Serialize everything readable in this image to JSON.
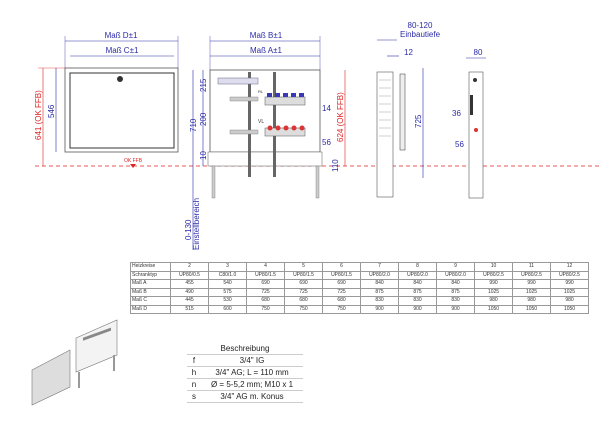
{
  "front_view": {
    "dim_d": "Maß D±1",
    "dim_c": "Maß C±1",
    "dim_641": "641 (OK FFB)",
    "dim_546": "546",
    "ok_ffb": "OK FFB"
  },
  "back_view": {
    "dim_b": "Maß B±1",
    "dim_a": "Maß A±1",
    "dim_215": "215",
    "dim_200": "200",
    "dim_710": "710",
    "dim_10": "10",
    "dim_range": "0-130",
    "dim_range_label": "Einstellbereich",
    "dim_14": "14",
    "dim_56": "56",
    "dim_624": "624 (OK FFB)",
    "dim_110": "110",
    "label_vl": "VL",
    "label_rl": "RL"
  },
  "side_view": {
    "depth": "80-120",
    "depth_label": "Einbautiefe",
    "dim_12": "12",
    "dim_725": "725",
    "dim_624": "624 (OK FFB)"
  },
  "narrow_view": {
    "dim_80": "80",
    "dim_36": "36",
    "dim_56": "56"
  },
  "spec_table": {
    "rows": [
      [
        "Heizkreise",
        "2",
        "3",
        "4",
        "5",
        "6",
        "7",
        "8",
        "9",
        "10",
        "11",
        "12"
      ],
      [
        "Schranktyp",
        "UP80/0.5",
        "C80/1.0",
        "UP80/1.5",
        "UP80/1.5",
        "UP80/1.5",
        "UP80/2.0",
        "UP80/2.0",
        "UP80/2.0",
        "UP80/2.5",
        "UP80/2.5",
        "UP80/2.5"
      ],
      [
        "Maß A",
        "455",
        "540",
        "690",
        "690",
        "690",
        "840",
        "840",
        "840",
        "990",
        "990",
        "990"
      ],
      [
        "Maß B",
        "490",
        "575",
        "725",
        "725",
        "725",
        "875",
        "875",
        "875",
        "1025",
        "1025",
        "1025"
      ],
      [
        "Maß C",
        "445",
        "530",
        "680",
        "680",
        "680",
        "830",
        "830",
        "830",
        "980",
        "980",
        "980"
      ],
      [
        "Maß D",
        "515",
        "600",
        "750",
        "750",
        "750",
        "900",
        "900",
        "900",
        "1050",
        "1050",
        "1050"
      ]
    ]
  },
  "legend": {
    "title": "Beschreibung",
    "items": [
      {
        "key": "f",
        "value": "3/4\" IG"
      },
      {
        "key": "h",
        "value": "3/4\" AG; L = 110 mm"
      },
      {
        "key": "n",
        "value": "Ø = 5-5,2 mm; M10 x 1"
      },
      {
        "key": "s",
        "value": "3/4\" AG m. Konus"
      }
    ]
  },
  "colors": {
    "dimension": "#2b2ba8",
    "floor_line": "#dd2222",
    "outline": "#555555"
  }
}
